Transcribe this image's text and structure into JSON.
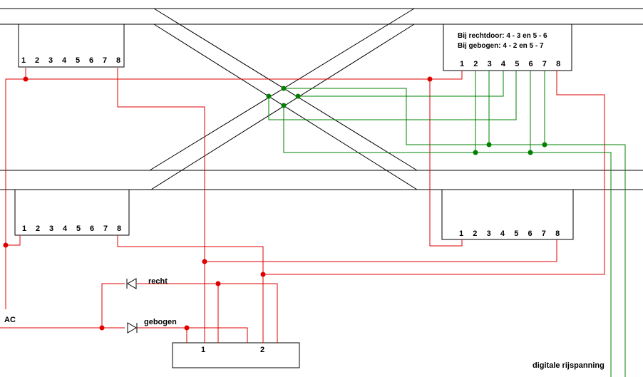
{
  "terminal_numbers": [
    "1",
    "2",
    "3",
    "4",
    "5",
    "6",
    "7",
    "8"
  ],
  "note": {
    "line1": "Bij rechtdoor: 4 - 3 en 5 - 6",
    "line2": "Bij gebogen: 4 - 2 en 5 - 7"
  },
  "labels": {
    "recht": "recht",
    "gebogen": "gebogen",
    "ac": "AC",
    "digital": "digitale rijspanning"
  },
  "switch_box": {
    "terminal1": "1",
    "terminal2": "2"
  },
  "colors": {
    "red_wire": "#e00000",
    "green_wire": "#008000",
    "track": "#000000"
  }
}
